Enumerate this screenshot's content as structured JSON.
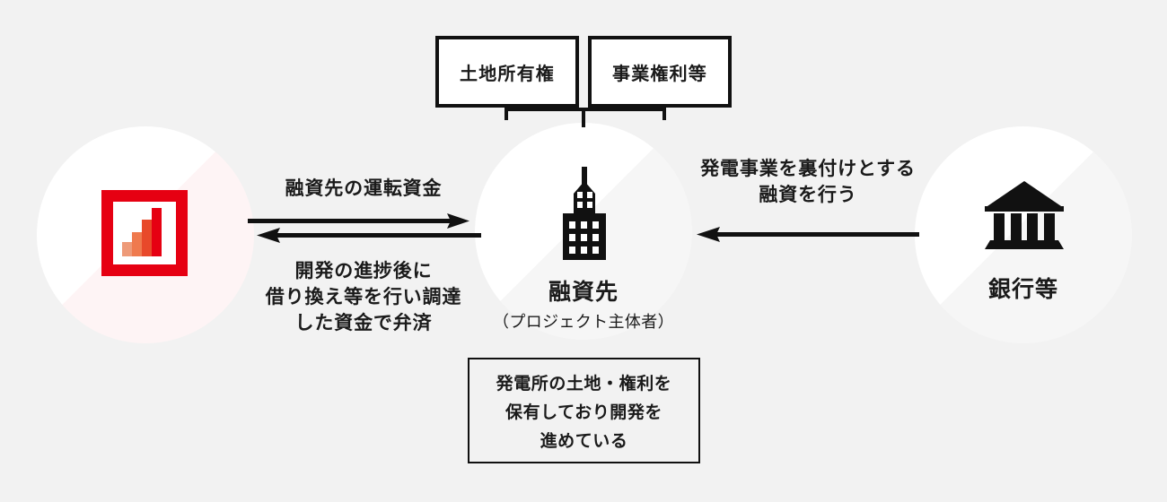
{
  "canvas": {
    "background": "#F2F2F2",
    "accent_red": "#E60012",
    "ink": "#111111"
  },
  "nodes": {
    "left": {
      "icon": "bar-chart-in-red-frame-icon",
      "label": ""
    },
    "center": {
      "icon": "office-building-icon",
      "label": "融資先",
      "sublabel": "（プロジェクト主体者）"
    },
    "right": {
      "icon": "bank-building-icon",
      "label": "銀行等"
    }
  },
  "top_boxes": [
    {
      "label": "土地所有権"
    },
    {
      "label": "事業権利等"
    }
  ],
  "arrows": [
    {
      "name": "working-capital-arrow",
      "direction": "right",
      "caption_lines": [
        "融資先の運転資金"
      ]
    },
    {
      "name": "repayment-arrow",
      "direction": "left",
      "caption_lines": [
        "開発の進捗後に",
        "借り換え等を行い調達",
        "した資金で弁済"
      ]
    },
    {
      "name": "bank-loan-arrow",
      "direction": "left",
      "caption_lines": [
        "発電事業を裏付けとする",
        "融資を行う"
      ]
    }
  ],
  "bottom_box": {
    "lines": [
      "発電所の土地・権利を",
      "保有しており開発を",
      "進めている"
    ]
  }
}
